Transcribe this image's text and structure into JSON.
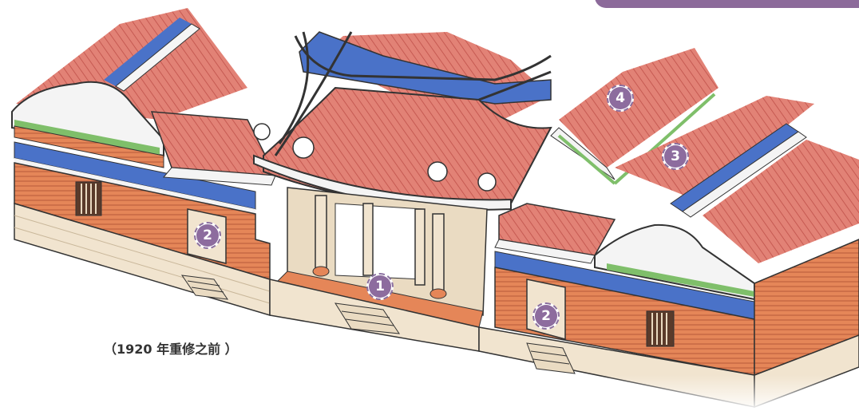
{
  "caption": "（1920 年重修之前 ）",
  "markers": {
    "m1": "1",
    "m2a": "2",
    "m2b": "2",
    "m3": "3",
    "m4": "4"
  },
  "colors": {
    "roof": "#d9736a",
    "brick": "#e07b52",
    "base": "#f1e4cf",
    "blue_band": "#4a72c8",
    "green_trim": "#7fbf6a",
    "accent": "#8d6c9e"
  }
}
